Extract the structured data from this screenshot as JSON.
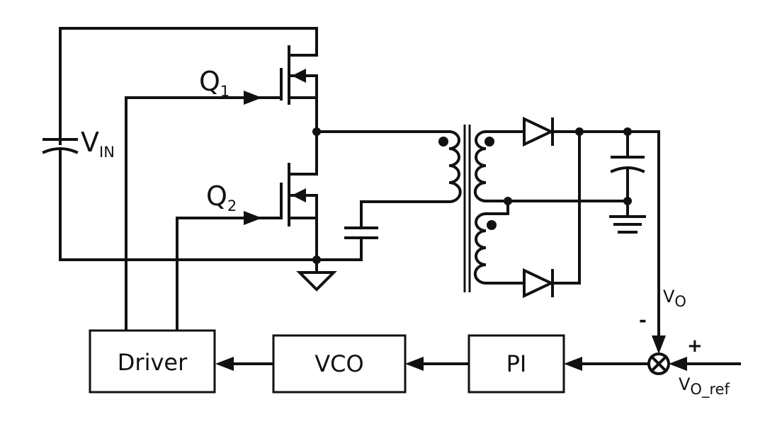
{
  "labels": {
    "vin_main": "V",
    "vin_sub": "IN",
    "q1_main": "Q",
    "q1_sub": "1",
    "q2_main": "Q",
    "q2_sub": "2",
    "vo_main": "V",
    "vo_sub": "O",
    "voref_main": "V",
    "voref_sub": "O_ref",
    "minus": "-",
    "plus": "+"
  },
  "blocks": {
    "driver": "Driver",
    "vco": "VCO",
    "pi": "PI"
  }
}
